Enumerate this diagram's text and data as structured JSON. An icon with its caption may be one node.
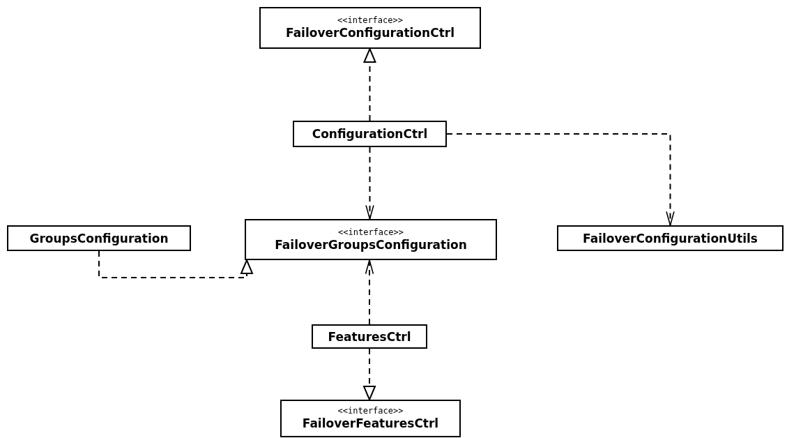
{
  "diagram": {
    "nodes": [
      {
        "text": [
          "<<interface>>",
          "FailoverConfigurationCtrl"
        ]
      },
      {
        "text": [
          "ConfigurationCtrl"
        ]
      },
      {
        "text": [
          "GroupsConfiguration"
        ]
      },
      {
        "text": [
          "<<interface>>",
          "FailoverGroupsConfiguration"
        ]
      },
      {
        "text": [
          "FailoverConfigurationUtils"
        ]
      },
      {
        "text": [
          "FeaturesCtrl"
        ]
      },
      {
        "text": [
          "<<interface>>",
          "FailoverFeaturesCtrl"
        ]
      }
    ],
    "edges": [
      {
        "from": 1,
        "to": 0,
        "arrow": "to",
        "style": "dashed"
      },
      {
        "from": 1,
        "to": 3,
        "arrow": "to",
        "style": "dashed"
      },
      {
        "from": 1,
        "to": 4,
        "arrow": "to",
        "style": "dashed"
      },
      {
        "from": 2,
        "to": 3,
        "arrow": "to",
        "style": "dashed"
      },
      {
        "from": 5,
        "to": 3,
        "arrow": "to",
        "style": "dashed"
      },
      {
        "from": 5,
        "to": 6,
        "arrow": "to",
        "style": "dashed"
      }
    ]
  }
}
